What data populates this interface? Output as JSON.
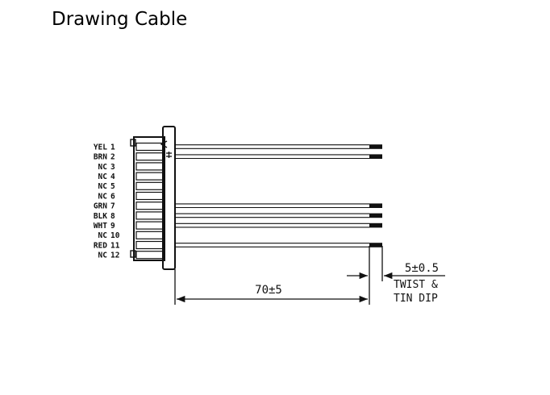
{
  "title": "Drawing Cable",
  "pins": [
    {
      "name": "YEL",
      "num": "1",
      "wire": true
    },
    {
      "name": "BRN",
      "num": "2",
      "wire": true
    },
    {
      "name": "NC",
      "num": "3",
      "wire": false
    },
    {
      "name": "NC",
      "num": "4",
      "wire": false
    },
    {
      "name": "NC",
      "num": "5",
      "wire": false
    },
    {
      "name": "NC",
      "num": "6",
      "wire": false
    },
    {
      "name": "GRN",
      "num": "7",
      "wire": true
    },
    {
      "name": "BLK",
      "num": "8",
      "wire": true
    },
    {
      "name": "WHT",
      "num": "9",
      "wire": true
    },
    {
      "name": "NC",
      "num": "10",
      "wire": false
    },
    {
      "name": "RED",
      "num": "11",
      "wire": true
    },
    {
      "name": "NC",
      "num": "12",
      "wire": false
    }
  ],
  "dimensions": {
    "length_label": "70±5",
    "strip_label": "5±0.5"
  },
  "notes": {
    "line1": "TWIST &",
    "line2": "TIN DIP"
  },
  "colors": {
    "ink": "#111111"
  }
}
